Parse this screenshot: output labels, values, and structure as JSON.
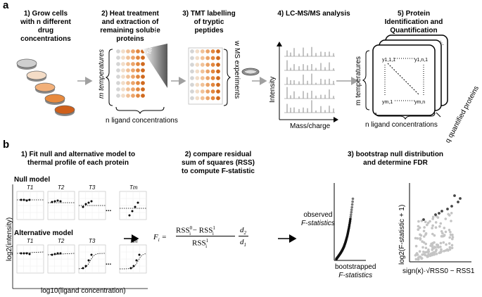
{
  "panel_a": {
    "label": "a",
    "steps": [
      {
        "title_lines": [
          "1) Grow cells",
          "with n different",
          "drug",
          "concentrations"
        ]
      },
      {
        "title_lines": [
          "2) Heat treatment",
          "and extraction of",
          "remaining soluble",
          "proteins"
        ]
      },
      {
        "title_lines": [
          "3) TMT labelling",
          "of tryptic",
          "peptides"
        ]
      },
      {
        "title_lines": [
          "4) LC-MS/MS analysis"
        ]
      },
      {
        "title_lines": [
          "5) Protein",
          "Identification and",
          "Quantification"
        ]
      }
    ],
    "temperature_axis": "m temperatures",
    "temperature_gradient_label": "Temperature",
    "ligand_axis": "n ligand concentrations",
    "ms_experiments": "w MS experiments",
    "intensity_label": "Intensity",
    "mass_charge_label": "Mass/charge",
    "matrix_cells": {
      "top_left": "y1,1,1",
      "top_right": "y1,n,1",
      "bottom_left": "ym,1",
      "bottom_right": "ym,n"
    },
    "quantified_proteins": "q quantified proteins",
    "temperatures_axis_5": "m temperatures",
    "ligand_axis_5": "n ligand concentrations"
  },
  "panel_b": {
    "label": "b",
    "step1_title_lines": [
      "1) Fit null and alternative model to",
      "thermal profile of each protein"
    ],
    "step2_title_lines": [
      "2) compare residual",
      "sum of squares (RSS)",
      "to compute F-statistic"
    ],
    "step3_title_lines": [
      "3) bootstrap null distribution",
      "and determine FDR"
    ],
    "null_model": "Null model",
    "alternative_model": "Alternative model",
    "panel_labels": [
      "T1",
      "T2",
      "T3",
      "Tm"
    ],
    "ellipsis": "...",
    "y_axis": "log2(intensity)",
    "x_axis": "log10(ligand concentration)",
    "formula": "Fi = (RSS0i − RSS1i)/RSS1i · d2/d1",
    "qq_y": [
      "observed",
      "F-statistics"
    ],
    "qq_x": [
      "bootstrapped",
      "F-statistics"
    ],
    "volcano_y": "log2(F-statistic + 1)",
    "volcano_x": "sign(κ)·√RSS0 − RSS1"
  },
  "colors": {
    "dish": [
      "#cfcfcf",
      "#f4dcc6",
      "#f2b07a",
      "#e78a3e",
      "#cf5f1a"
    ],
    "arrow": "#a0a0a0",
    "gray_points": "#b5b5b5",
    "dark_points": "#333333"
  }
}
